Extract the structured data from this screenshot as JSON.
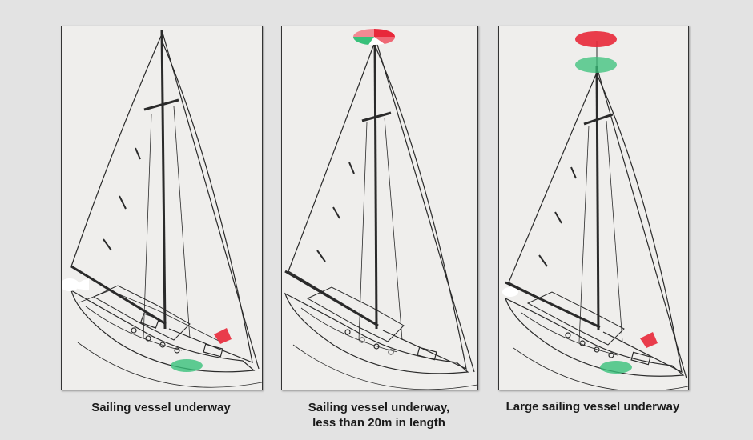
{
  "panels": [
    {
      "caption_lines": [
        "Sailing vessel underway"
      ]
    },
    {
      "caption_lines": [
        "Sailing vessel underway,",
        "less than 20m in length"
      ]
    },
    {
      "caption_lines": [
        "Large sailing vessel underway"
      ]
    }
  ],
  "colors": {
    "red_light": "#e8283a",
    "green_light": "#38c07a",
    "white_light": "#ffffff",
    "line": "#2a2a2a",
    "paper": "#efeeec",
    "page_background": "#e3e3e3"
  }
}
